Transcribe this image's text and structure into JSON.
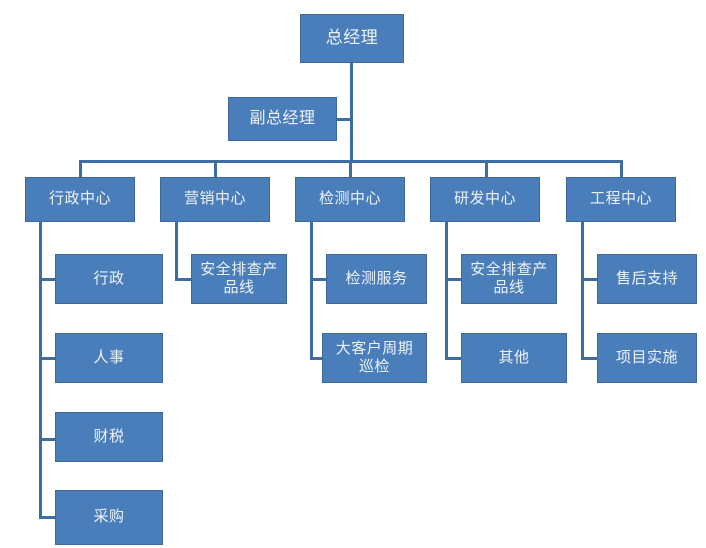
{
  "chart": {
    "title": "",
    "type": "org-chart",
    "colors": {
      "node_fill": "#4a7ebb",
      "node_border": "#3c6997",
      "node_text": "#eef3f9",
      "connector": "#3e6da3",
      "background": "#ffffff"
    }
  },
  "nodes": {
    "general_manager": "总经理",
    "deputy_general_manager": "副总经理",
    "centers": [
      {
        "label": "行政中心"
      },
      {
        "label": "营销中心"
      },
      {
        "label": "检测中心"
      },
      {
        "label": "研发中心"
      },
      {
        "label": "工程中心"
      }
    ],
    "admin_center_children": [
      {
        "label": "行政"
      },
      {
        "label": "人事"
      },
      {
        "label": "财税"
      },
      {
        "label": "采购"
      }
    ],
    "marketing_center_children": [
      {
        "label": "安全排查产品线"
      }
    ],
    "testing_center_children": [
      {
        "label": "检测服务"
      },
      {
        "label": "大客户周期巡检"
      }
    ],
    "rd_center_children": [
      {
        "label": "安全排查产品线"
      },
      {
        "label": "其他"
      }
    ],
    "engineering_center_children": [
      {
        "label": "售后支持"
      },
      {
        "label": "项目实施"
      }
    ]
  }
}
